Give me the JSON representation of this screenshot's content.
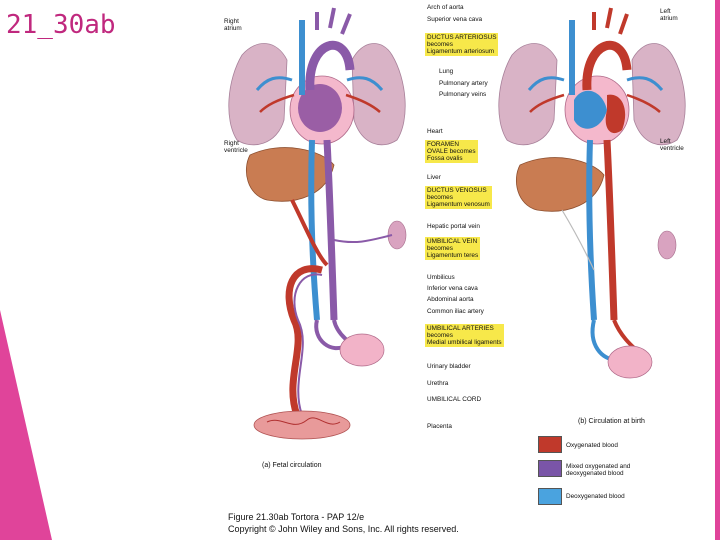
{
  "slide_title": "21_30ab",
  "labels": {
    "right_atrium": "Right\natrium",
    "right_ventricle": "Right\nventricle",
    "left_atrium": "Left\natrium",
    "left_ventricle": "Left\nventricle",
    "arch_of_aorta": "Arch of aorta",
    "superior_vena_cava": "Superior vena cava",
    "lung": "Lung",
    "pulmonary_artery": "Pulmonary artery",
    "pulmonary_veins": "Pulmonary veins",
    "heart": "Heart",
    "liver": "Liver",
    "hepatic_portal_vein": "Hepatic portal vein",
    "umbilicus": "Umbilicus",
    "inferior_vena_cava": "Inferior vena cava",
    "abdominal_aorta": "Abdominal aorta",
    "common_iliac_artery": "Common iliac artery",
    "urinary_bladder": "Urinary bladder",
    "urethra": "Urethra",
    "umbilical_cord": "UMBILICAL CORD",
    "placenta": "Placenta"
  },
  "boxes": {
    "ductus_arteriosus": [
      "DUCTUS ARTERIOSUS",
      "becomes",
      "Ligamentum arteriosum"
    ],
    "foramen_ovale": [
      "FORAMEN",
      "OVALE becomes",
      "Fossa ovalis"
    ],
    "ductus_venosus": [
      "DUCTUS VENOSUS",
      "becomes",
      "Ligamentum venosum"
    ],
    "umbilical_vein": [
      "UMBILICAL VEIN",
      "becomes",
      "Ligamentum teres"
    ],
    "umbilical_arteries": [
      "UMBILICAL ARTERIES",
      "becomes",
      "Medial umbilical ligaments"
    ]
  },
  "captions": {
    "fetal": "(a) Fetal circulation",
    "birth": "(b) Circulation at birth"
  },
  "legend": [
    {
      "label": "Oxygenated blood",
      "color": "#c0392b"
    },
    {
      "label": "Mixed oxygenated and\ndeoxygenated blood",
      "color": "#7a55a8"
    },
    {
      "label": "Deoxygenated blood",
      "color": "#4aa3df"
    }
  ],
  "copyright": {
    "line1": "Figure 21.30ab  Tortora - PAP 12/e",
    "line2": "Copyright © John Wiley and Sons, Inc. All rights reserved."
  }
}
